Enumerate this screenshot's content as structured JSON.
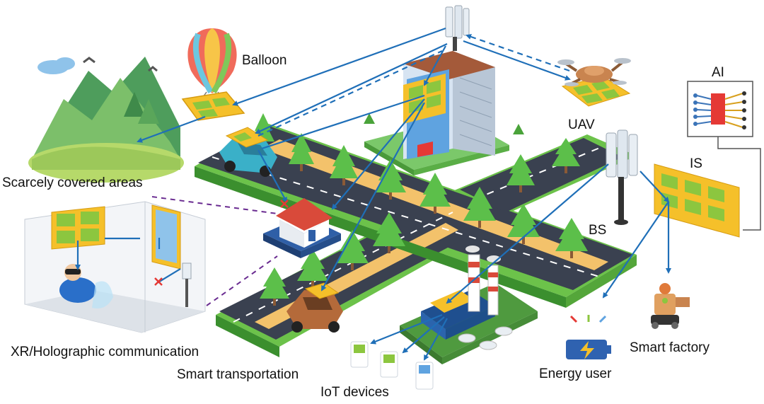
{
  "labels": {
    "balloon": "Balloon",
    "uav": "UAV",
    "ai": "AI",
    "is": "IS",
    "bs": "BS",
    "scarce": "Scarcely covered areas",
    "xr": "XR/Holographic communication",
    "transport": "Smart transportation",
    "iot": "IoT devices",
    "energy": "Energy user",
    "factory": "Smart factory"
  },
  "icons": [
    "balloon-icon",
    "uav-drone-icon",
    "ai-chip-icon",
    "base-station-icon",
    "car-icon",
    "house-icon",
    "factory-icon",
    "robot-icon",
    "battery-icon",
    "iot-device-icon",
    "vr-user-icon",
    "mountain-icon",
    "building-icon",
    "tree-icon"
  ],
  "colors": {
    "link_blue": "#1f6fb8",
    "ris_yellow": "#f5c02a",
    "ris_cell": "#8cc63f",
    "road": "#3a4150",
    "grass": "#6cc24a",
    "sidewalk": "#f3c26b",
    "dashed_purple": "#6a2c91"
  }
}
